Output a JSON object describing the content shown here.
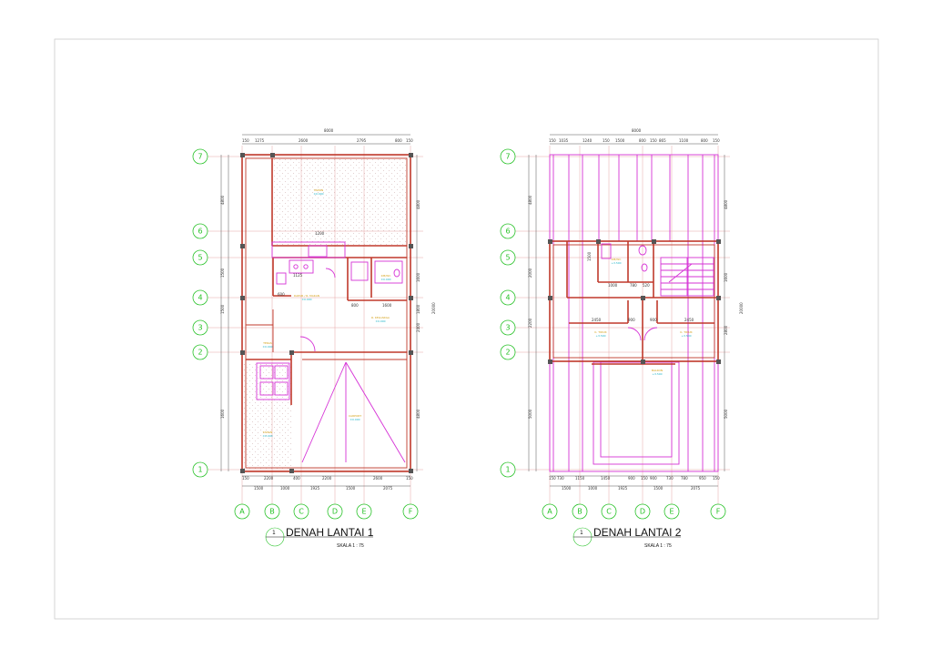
{
  "grid_columns": [
    "A",
    "B",
    "C",
    "D",
    "E",
    "F"
  ],
  "grid_rows": [
    "7",
    "6",
    "5",
    "4",
    "3",
    "2",
    "1"
  ],
  "plan1": {
    "title": "DENAH LANTAI 1",
    "scale": "SKALA 1 : 75",
    "number": "1",
    "overall_width": "8000",
    "top_dims": [
      "150",
      "1275",
      "2600",
      "2795",
      "800",
      "150"
    ],
    "bottom_dims": [
      "150",
      "2200",
      "400",
      "2200",
      "2600",
      "150"
    ],
    "bottom_dims2": [
      "1500",
      "1000",
      "1925",
      "1500",
      "2075"
    ],
    "left_dims": [
      "4800",
      "1500",
      "1500",
      "1600"
    ],
    "right_dims": [
      "4800",
      "1600",
      "1800",
      "2400",
      "4800"
    ],
    "inner_dims": [
      "1200",
      "1125",
      "600",
      "800",
      "1600"
    ],
    "overall_height": "20000",
    "rooms": [
      {
        "name": "TAMAN",
        "elev": "±0.000"
      },
      {
        "name": "KM/WC",
        "elev": "±0.000"
      },
      {
        "name": "DAPUR / R. MAKAN",
        "elev": "±0.000"
      },
      {
        "name": "R. KELUARGA",
        "elev": "±0.000"
      },
      {
        "name": "TERAS",
        "elev": "±0.000"
      },
      {
        "name": "TAMAN",
        "elev": "±0.000"
      },
      {
        "name": "CARPORT",
        "elev": "±0.000"
      }
    ]
  },
  "plan2": {
    "title": "DENAH LANTAI 2",
    "scale": "SKALA 1 : 75",
    "number": "1",
    "overall_width": "8000",
    "top_dims": [
      "150",
      "1035",
      "1240",
      "150",
      "1500",
      "800",
      "150",
      "865",
      "1100",
      "800",
      "150"
    ],
    "bottom_dims": [
      "150",
      "730",
      "1150",
      "1450",
      "900",
      "150",
      "900",
      "730",
      "780",
      "950",
      "150"
    ],
    "bottom_dims2": [
      "1500",
      "1000",
      "1925",
      "1500",
      "2075"
    ],
    "left_dims": [
      "4800",
      "2000",
      "2200",
      "5000"
    ],
    "right_dims": [
      "4800",
      "1600",
      "2800",
      "5000"
    ],
    "inner_dims": [
      "1500",
      "1000",
      "780",
      "520",
      "2450",
      "900",
      "900",
      "2450"
    ],
    "overall_height": "20000",
    "rooms": [
      {
        "name": "KM/WC",
        "elev": "+3.500"
      },
      {
        "name": "K. TIDUR",
        "elev": "+3.500"
      },
      {
        "name": "K. TIDUR",
        "elev": "+3.500"
      },
      {
        "name": "BALKON",
        "elev": "+3.500"
      }
    ]
  }
}
